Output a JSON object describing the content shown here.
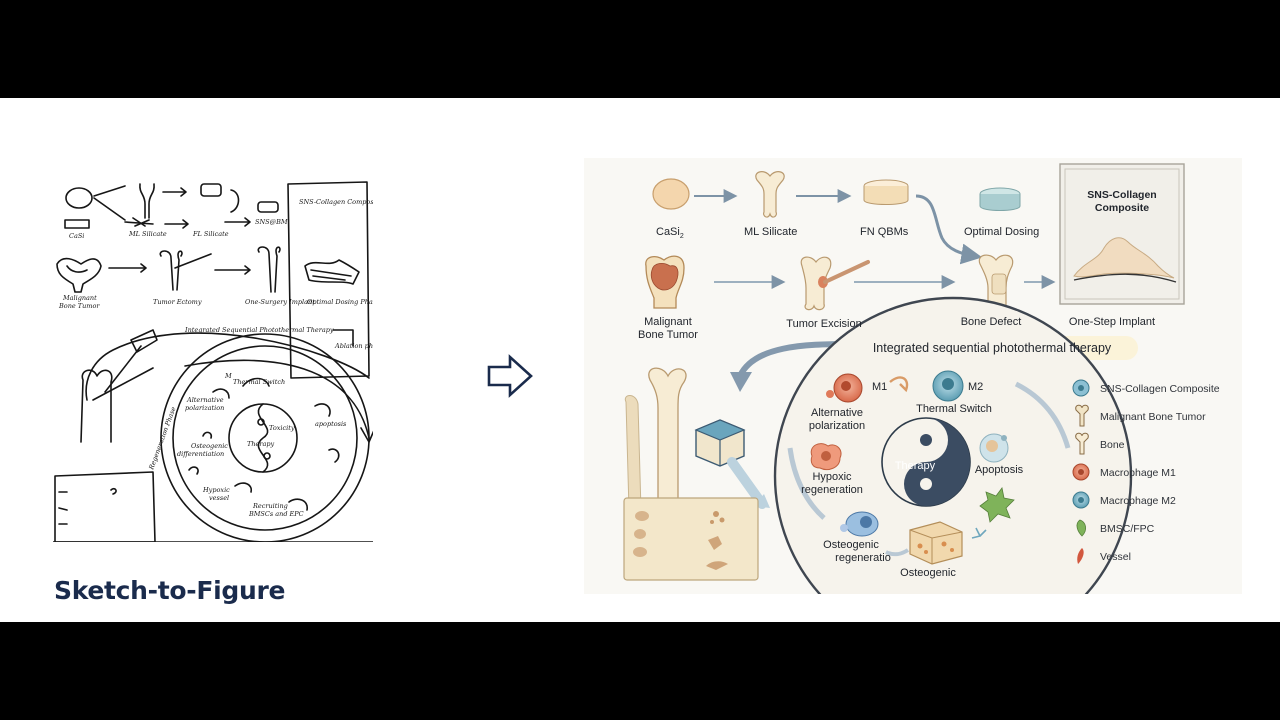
{
  "caption": "Sketch-to-Figure",
  "sketch": {
    "labels": {
      "casi": "CaSi",
      "ml_silicate": "ML Silicate",
      "fl_silicate": "FL Silicate",
      "sns_bm": "SNS@BM",
      "sns_collagen": "SNS-Collagen Composite",
      "malignant": "Malignant",
      "bone_tumor": "Bone Tumor",
      "tumor_ectomy": "Tumor Ectomy",
      "one_surgery": "One-Surgery Implant",
      "optimal_dosing": "Optimal Dosing Phase",
      "integrated": "Integrated Sequential Photothermal Therapy",
      "ablation": "Ablation phase",
      "regeneration": "Regeneration Phase",
      "m_label": "M",
      "thermal_switch": "Thermal Switch",
      "alternative": "Alternative",
      "polarization": "polarization",
      "toxicity": "Toxicity",
      "therapy": "Therapy",
      "apoptosis": "apoptosis",
      "osteogenic": "Osteogenic",
      "differentiation": "differentiation",
      "hypoxic": "Hypoxic",
      "vessel": "vessel",
      "recruiting": "Recruiting",
      "bmscs": "BMSCs and EPC"
    }
  },
  "figure": {
    "labels": {
      "casi2": "CaSi",
      "casi2_sub": "2",
      "ml_silicate": "ML Silicate",
      "fn_qbms": "FN QBMs",
      "optimal_dosing": "Optimal Dosing",
      "sns_collagen_1": "SNS-Collagen",
      "sns_collagen_2": "Composite",
      "malignant_1": "Malignant",
      "malignant_2": "Bone Tumor",
      "tumor_excision": "Tumor Excision",
      "bone_defect": "Bone Defect",
      "one_step": "One-Step Implant",
      "integrated": "Integrated sequential photothermal therapy",
      "m1": "M1",
      "m2": "M2",
      "alternative_1": "Alternative",
      "alternative_2": "polarization",
      "thermal_switch": "Thermal Switch",
      "therapy": "Therapy",
      "apoptosis": "Apoptosis",
      "hypoxic_1": "Hypoxic",
      "hypoxic_2": "regeneration",
      "osteogenic_1": "Osteogenic",
      "osteogenic_2": "regeneratio",
      "osteogenic_3": "Osteogenic"
    },
    "legend": [
      {
        "label": "SNS-Collagen Composite",
        "icon": "composite-icon",
        "color": "#5f9bb3"
      },
      {
        "label": "Malignant Bone Tumor",
        "icon": "tumor-bone-icon",
        "color": "#e3cfa6"
      },
      {
        "label": "Bone",
        "icon": "bone-icon",
        "color": "#f1e4c6"
      },
      {
        "label": "Macrophage M1",
        "icon": "macrophage-m1-icon",
        "color": "#e07a5a"
      },
      {
        "label": "Macrophage M2",
        "icon": "macrophage-m2-icon",
        "color": "#4f90a6"
      },
      {
        "label": "BMSC/FPC",
        "icon": "bmsc-icon",
        "color": "#7fb35a"
      },
      {
        "label": "Vessel",
        "icon": "vessel-icon",
        "color": "#c9503b"
      }
    ]
  }
}
